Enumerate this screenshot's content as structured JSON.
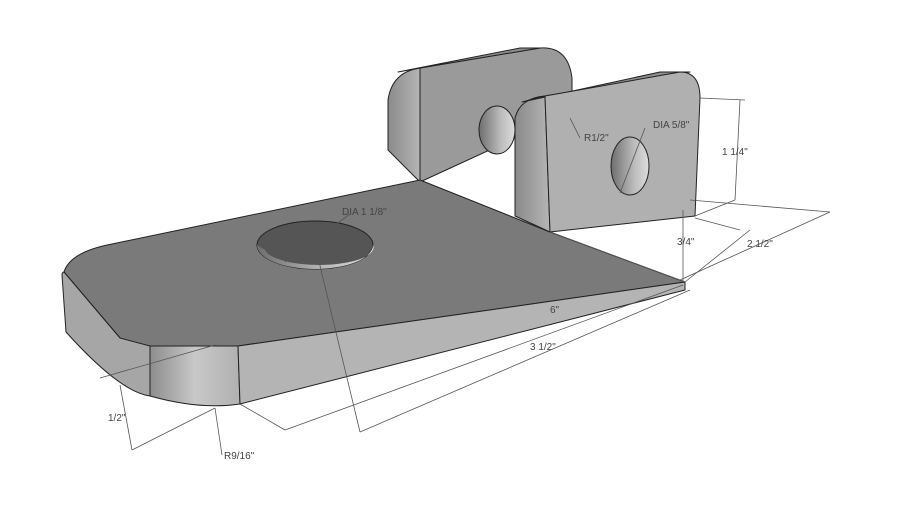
{
  "drawing": {
    "colors": {
      "top_face": "#7a7a7a",
      "front_face": "#a9a9a9",
      "side_face": "#bdbdbd",
      "dimension_line": "#555555"
    },
    "annotations": {
      "hole_large": "DIA 1 1/8\"",
      "hole_small": "DIA 5/8\"",
      "upright_radius": "R1/2\"",
      "upright_height": "1 1/4\"",
      "hole_height": "3/4\"",
      "width": "2 1/2\"",
      "length": "6\"",
      "hole_offset": "3 1/2\"",
      "thickness": "1/2\"",
      "corner_radius": "R9/16\""
    }
  }
}
